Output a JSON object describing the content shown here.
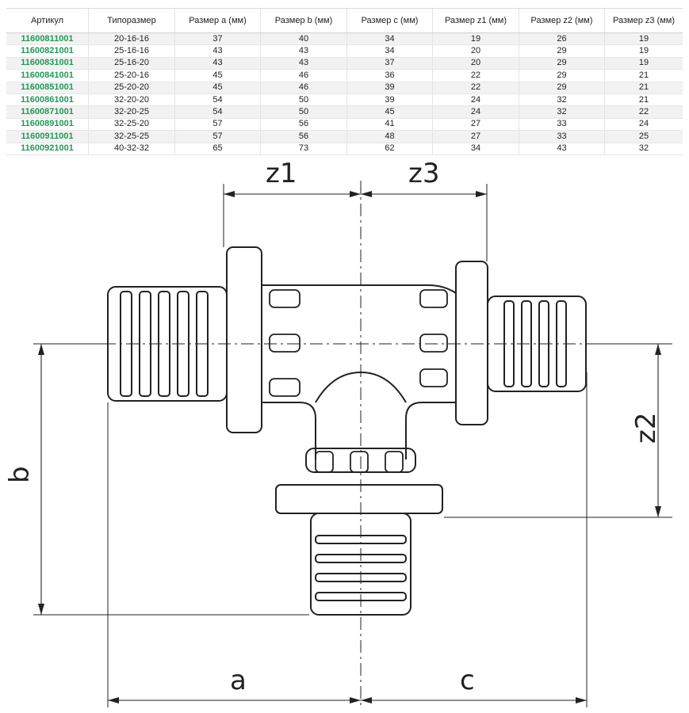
{
  "table": {
    "headers": [
      "Артикул",
      "Типоразмер",
      "Размер a (мм)",
      "Размер b (мм)",
      "Размер c (мм)",
      "Размер z1 (мм)",
      "Размер z2 (мм)",
      "Размер z3 (мм)"
    ],
    "rows": [
      [
        "11600811001",
        "20-16-16",
        "37",
        "40",
        "34",
        "19",
        "26",
        "19"
      ],
      [
        "11600821001",
        "25-16-16",
        "43",
        "43",
        "34",
        "20",
        "29",
        "19"
      ],
      [
        "11600831001",
        "25-16-20",
        "43",
        "43",
        "37",
        "20",
        "29",
        "19"
      ],
      [
        "11600841001",
        "25-20-16",
        "45",
        "46",
        "36",
        "22",
        "29",
        "21"
      ],
      [
        "11600851001",
        "25-20-20",
        "45",
        "46",
        "39",
        "22",
        "29",
        "21"
      ],
      [
        "11600861001",
        "32-20-20",
        "54",
        "50",
        "39",
        "24",
        "32",
        "21"
      ],
      [
        "11600871001",
        "32-20-25",
        "54",
        "50",
        "45",
        "24",
        "32",
        "22"
      ],
      [
        "11600891001",
        "32-25-20",
        "57",
        "56",
        "41",
        "27",
        "33",
        "24"
      ],
      [
        "11600911001",
        "32-25-25",
        "57",
        "56",
        "48",
        "27",
        "33",
        "25"
      ],
      [
        "11600921001",
        "40-32-32",
        "65",
        "73",
        "62",
        "34",
        "43",
        "32"
      ]
    ]
  },
  "drawing": {
    "dim_z1": "z1",
    "dim_z3": "z3",
    "dim_z2": "z2",
    "dim_b": "b",
    "dim_a": "a",
    "dim_c": "c"
  },
  "colors": {
    "article": "#1f9a57",
    "stripe": "#f2f2f2",
    "line": "#222222"
  }
}
